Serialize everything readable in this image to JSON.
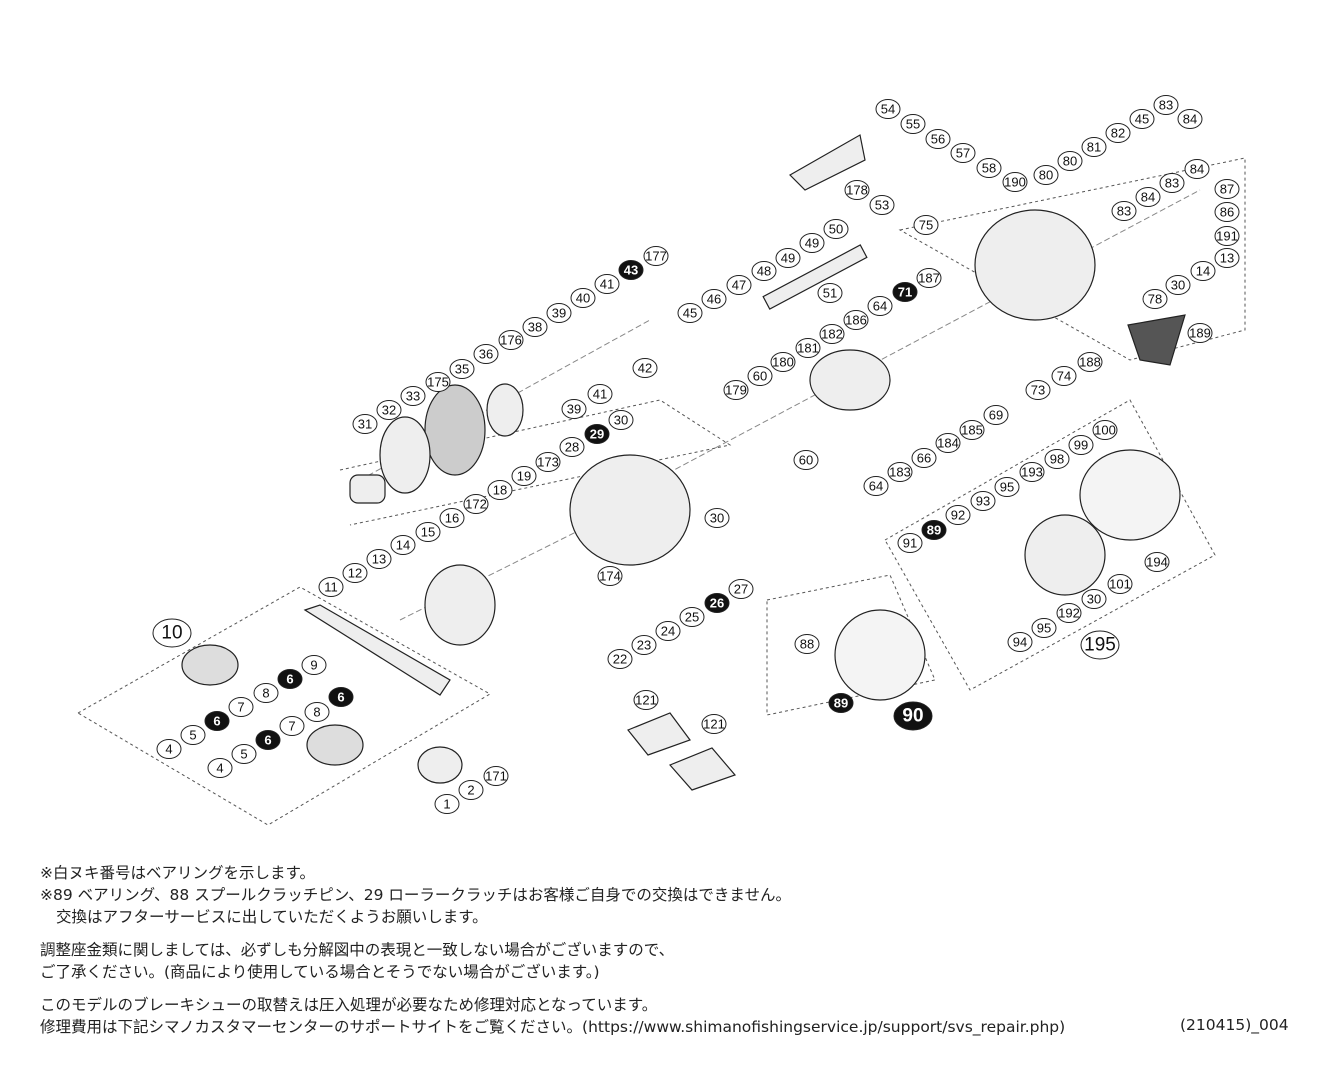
{
  "labels": [
    {
      "n": "54"
    },
    {
      "n": "55"
    },
    {
      "n": "56"
    },
    {
      "n": "57"
    },
    {
      "n": "58"
    },
    {
      "n": "178"
    },
    {
      "n": "53"
    },
    {
      "n": "190"
    },
    {
      "n": "80"
    },
    {
      "n": "80"
    },
    {
      "n": "81"
    },
    {
      "n": "82"
    },
    {
      "n": "45"
    },
    {
      "n": "83"
    },
    {
      "n": "84"
    },
    {
      "n": "84"
    },
    {
      "n": "83"
    },
    {
      "n": "84"
    },
    {
      "n": "83"
    },
    {
      "n": "87"
    },
    {
      "n": "86"
    },
    {
      "n": "191"
    },
    {
      "n": "13"
    },
    {
      "n": "14"
    },
    {
      "n": "30"
    },
    {
      "n": "78"
    },
    {
      "n": "189"
    },
    {
      "n": "188"
    },
    {
      "n": "74"
    },
    {
      "n": "73"
    },
    {
      "n": "75"
    },
    {
      "n": "50"
    },
    {
      "n": "49"
    },
    {
      "n": "49"
    },
    {
      "n": "48"
    },
    {
      "n": "51"
    },
    {
      "n": "47"
    },
    {
      "n": "46"
    },
    {
      "n": "45"
    },
    {
      "n": "187"
    },
    {
      "n": "71",
      "filled": true
    },
    {
      "n": "64"
    },
    {
      "n": "186"
    },
    {
      "n": "182"
    },
    {
      "n": "181"
    },
    {
      "n": "180"
    },
    {
      "n": "60"
    },
    {
      "n": "179"
    },
    {
      "n": "60"
    },
    {
      "n": "69"
    },
    {
      "n": "185"
    },
    {
      "n": "184"
    },
    {
      "n": "66"
    },
    {
      "n": "183"
    },
    {
      "n": "64"
    },
    {
      "n": "43",
      "filled": true
    },
    {
      "n": "177"
    },
    {
      "n": "41"
    },
    {
      "n": "40"
    },
    {
      "n": "39"
    },
    {
      "n": "38"
    },
    {
      "n": "176"
    },
    {
      "n": "36"
    },
    {
      "n": "35"
    },
    {
      "n": "175"
    },
    {
      "n": "33"
    },
    {
      "n": "32"
    },
    {
      "n": "31"
    },
    {
      "n": "42"
    },
    {
      "n": "41"
    },
    {
      "n": "39"
    },
    {
      "n": "30"
    },
    {
      "n": "29",
      "filled": true
    },
    {
      "n": "28"
    },
    {
      "n": "173"
    },
    {
      "n": "19"
    },
    {
      "n": "18"
    },
    {
      "n": "172"
    },
    {
      "n": "16"
    },
    {
      "n": "15"
    },
    {
      "n": "14"
    },
    {
      "n": "13"
    },
    {
      "n": "12"
    },
    {
      "n": "11"
    },
    {
      "n": "30"
    },
    {
      "n": "174"
    },
    {
      "n": "27"
    },
    {
      "n": "26",
      "filled": true
    },
    {
      "n": "25"
    },
    {
      "n": "24"
    },
    {
      "n": "23"
    },
    {
      "n": "22"
    },
    {
      "n": "10",
      "big": true
    },
    {
      "n": "9"
    },
    {
      "n": "8"
    },
    {
      "n": "6",
      "filled": true
    },
    {
      "n": "7"
    },
    {
      "n": "6",
      "filled": true
    },
    {
      "n": "5"
    },
    {
      "n": "4"
    },
    {
      "n": "6",
      "filled": true
    },
    {
      "n": "8"
    },
    {
      "n": "7"
    },
    {
      "n": "6",
      "filled": true
    },
    {
      "n": "5"
    },
    {
      "n": "4"
    },
    {
      "n": "171"
    },
    {
      "n": "2"
    },
    {
      "n": "1"
    },
    {
      "n": "121"
    },
    {
      "n": "121"
    },
    {
      "n": "88"
    },
    {
      "n": "89",
      "filled": true
    },
    {
      "n": "90",
      "filled": true,
      "big": true
    },
    {
      "n": "89",
      "filled": true
    },
    {
      "n": "92"
    },
    {
      "n": "93"
    },
    {
      "n": "95"
    },
    {
      "n": "193"
    },
    {
      "n": "98"
    },
    {
      "n": "99"
    },
    {
      "n": "100"
    },
    {
      "n": "91"
    },
    {
      "n": "194"
    },
    {
      "n": "101"
    },
    {
      "n": "30"
    },
    {
      "n": "192"
    },
    {
      "n": "95"
    },
    {
      "n": "94"
    },
    {
      "n": "195",
      "big": true
    }
  ],
  "notes": {
    "line1": "※白ヌキ番号はベアリングを示します。",
    "line2": "※89 ベアリング、88 スプールクラッチピン、29 ローラークラッチはお客様ご自身での交換はできません。",
    "line3": "交換はアフターサービスに出していただくようお願いします。",
    "line4": "調整座金類に関しましては、必ずしも分解図中の表現と一致しない場合がございますので、",
    "line5": "ご了承ください。(商品により使用している場合とそうでない場合がございます。)",
    "line6": "このモデルのブレーキシューの取替えは圧入処理が必要なため修理対応となっています。",
    "line7": "修理費用は下記シマノカスタマーセンターのサポートサイトをご覧ください。(https://www.shimanofishingservice.jp/support/svs_repair.php)"
  },
  "doc_code": "(210415)_004"
}
